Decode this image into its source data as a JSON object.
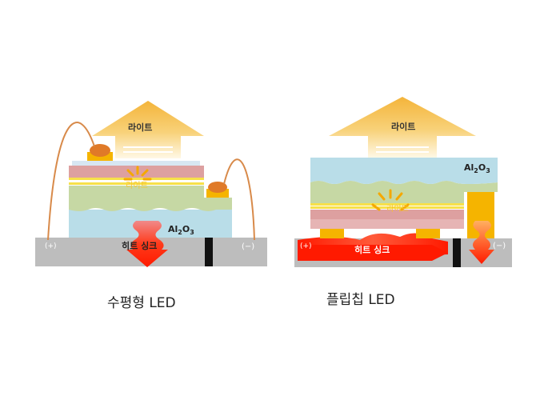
{
  "left_diagram": {
    "light_label": "라이트",
    "light_burst_label": "라이트",
    "substrate_label_main": "Al",
    "substrate_label_sub2": "2",
    "substrate_label_o": "O",
    "substrate_label_sub3": "3",
    "heat_sink_label": "히트 싱크",
    "plus_label": "(+)",
    "minus_label": "(−)",
    "caption": "수평형 LED"
  },
  "right_diagram": {
    "light_label": "라이트",
    "light_burst_label": "라이트",
    "substrate_label_main": "Al",
    "substrate_label_sub2": "2",
    "substrate_label_o": "O",
    "substrate_label_sub3": "3",
    "heat_sink_label": "히트 싱크",
    "plus_label": "(+)",
    "minus_label": "(−)",
    "caption": "플립칩 LED"
  },
  "colors": {
    "heat_sink": "#bdbdbd",
    "sapphire": "#b9dde8",
    "green_layer": "#c6d8a4",
    "pink_layer": "#dda0a0",
    "yellow_line": "#f7e04a",
    "gold_pad": "#f5b400",
    "bump": "#e07a28",
    "wire": "#d88a4a",
    "heat_red": "#ff1a00",
    "divider": "#111111"
  }
}
